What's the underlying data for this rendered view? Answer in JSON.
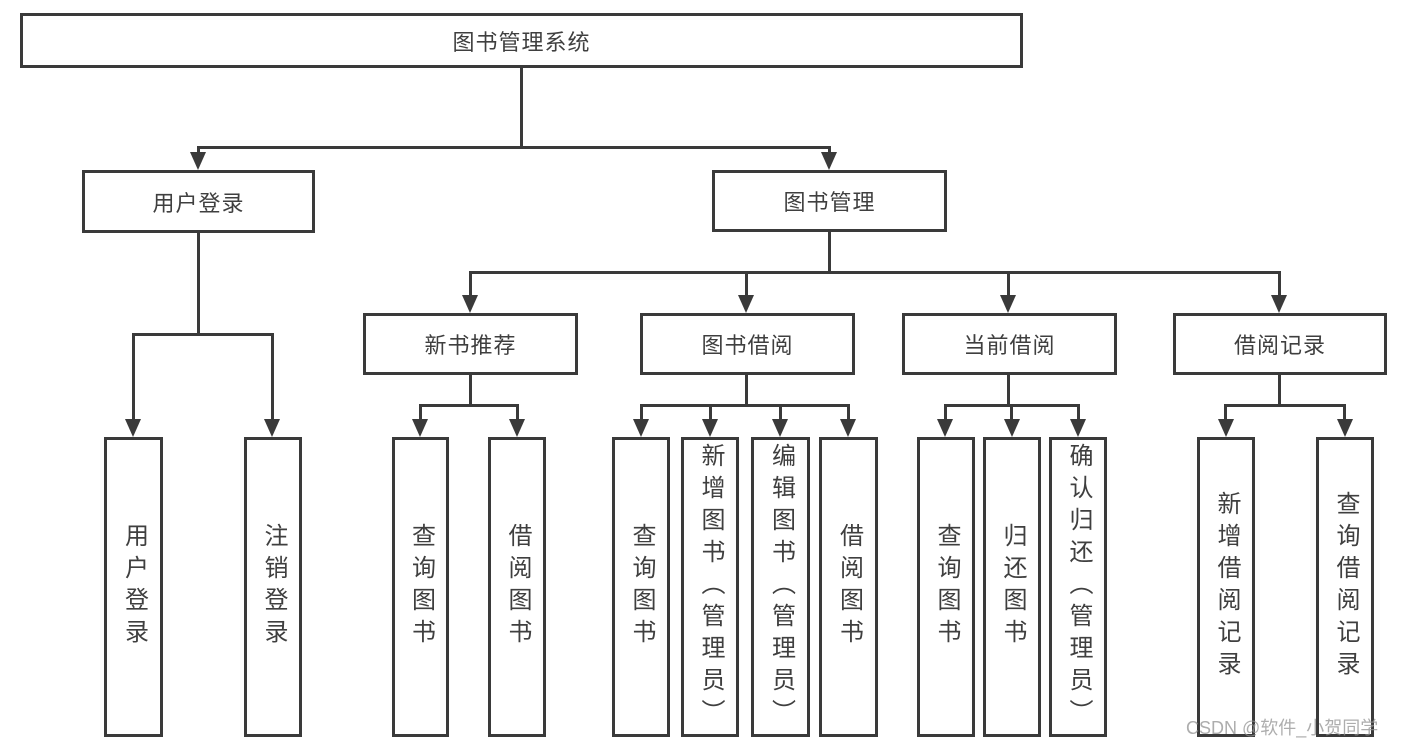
{
  "diagram": {
    "root": {
      "label": "图书管理系统"
    },
    "level2": [
      {
        "label": "用户登录"
      },
      {
        "label": "图书管理"
      }
    ],
    "level3": [
      {
        "label": "新书推荐"
      },
      {
        "label": "图书借阅"
      },
      {
        "label": "当前借阅"
      },
      {
        "label": "借阅记录"
      }
    ],
    "leaves": {
      "user_login": [
        {
          "label": "用户登录"
        },
        {
          "label": "注销登录"
        }
      ],
      "new_book": [
        {
          "label": "查询图书"
        },
        {
          "label": "借阅图书"
        }
      ],
      "book_borrow": [
        {
          "label": "查询图书"
        },
        {
          "label": "新增图书（管理员）"
        },
        {
          "label": "编辑图书（管理员）"
        },
        {
          "label": "借阅图书"
        }
      ],
      "current_borrow": [
        {
          "label": "查询图书"
        },
        {
          "label": "归还图书"
        },
        {
          "label": "确认归还（管理员）"
        }
      ],
      "borrow_records": [
        {
          "label": "新增借阅记录"
        },
        {
          "label": "查询借阅记录"
        }
      ]
    },
    "watermark": "CSDN @软件_小贺同学",
    "colors": {
      "line": "#3a3a3a",
      "text": "#3f3f3f",
      "watermark": "#919191",
      "background": "#ffffff"
    }
  }
}
